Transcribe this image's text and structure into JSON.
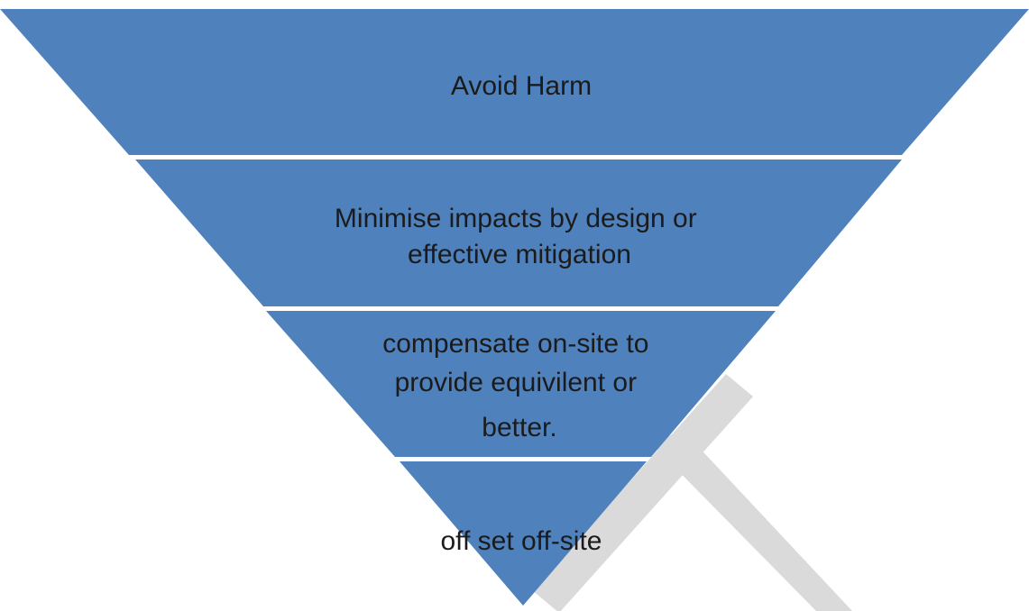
{
  "diagram": {
    "type": "inverted-pyramid",
    "tiers": [
      {
        "lines": [
          "Avoid Harm"
        ]
      },
      {
        "lines": [
          "Minimise impacts by design or",
          "effective mitigation"
        ]
      },
      {
        "lines": [
          "compensate on-site to",
          "provide equivilent or",
          "better."
        ]
      },
      {
        "lines": [
          "off set off-site"
        ]
      }
    ]
  },
  "colors": {
    "tier_fill": "#4f81bd",
    "separator": "#ffffff",
    "text": "#1b1b1b",
    "watermark": "#dadada"
  }
}
